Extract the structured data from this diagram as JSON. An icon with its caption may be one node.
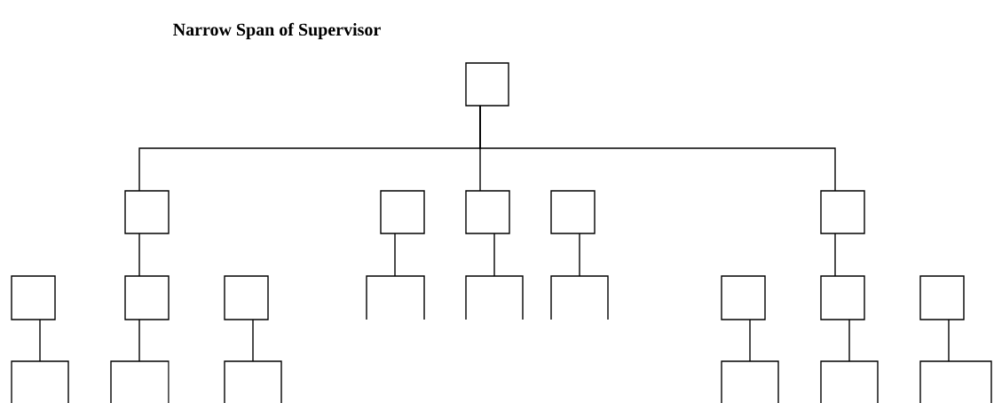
{
  "diagram": {
    "title": "Narrow Span of Supervisor",
    "nodes": [
      {
        "text": [],
        "shape": "box"
      },
      {
        "text": [],
        "shape": "box"
      },
      {
        "text": [],
        "shape": "box"
      },
      {
        "text": [],
        "shape": "box"
      },
      {
        "text": [],
        "shape": "box"
      },
      {
        "text": [],
        "shape": "box"
      },
      {
        "text": [],
        "shape": "box"
      },
      {
        "text": [],
        "shape": "box"
      },
      {
        "text": [],
        "shape": "box"
      },
      {
        "text": [],
        "shape": "bracket"
      },
      {
        "text": [],
        "shape": "bracket"
      },
      {
        "text": [],
        "shape": "bracket"
      },
      {
        "text": [],
        "shape": "box"
      },
      {
        "text": [],
        "shape": "box"
      },
      {
        "text": [],
        "shape": "box"
      },
      {
        "text": [],
        "shape": "bracket"
      },
      {
        "text": [],
        "shape": "bracket"
      },
      {
        "text": [],
        "shape": "bracket"
      },
      {
        "text": [],
        "shape": "bracket"
      },
      {
        "text": [],
        "shape": "bracket"
      },
      {
        "text": [],
        "shape": "bracket"
      }
    ],
    "edges": [
      {
        "from": 0,
        "to": 1,
        "arrow": "none"
      },
      {
        "from": 0,
        "to": 3,
        "arrow": "none"
      },
      {
        "from": 0,
        "to": 5,
        "arrow": "none"
      },
      {
        "from": 1,
        "to": 7,
        "arrow": "none"
      },
      {
        "from": 2,
        "to": 9,
        "arrow": "none"
      },
      {
        "from": 3,
        "to": 10,
        "arrow": "none"
      },
      {
        "from": 4,
        "to": 11,
        "arrow": "none"
      },
      {
        "from": 5,
        "to": 13,
        "arrow": "none"
      },
      {
        "from": 6,
        "to": 15,
        "arrow": "none"
      },
      {
        "from": 7,
        "to": 16,
        "arrow": "none"
      },
      {
        "from": 8,
        "to": 17,
        "arrow": "none"
      },
      {
        "from": 12,
        "to": 18,
        "arrow": "none"
      },
      {
        "from": 13,
        "to": 19,
        "arrow": "none"
      },
      {
        "from": 14,
        "to": 20,
        "arrow": "none"
      }
    ]
  }
}
